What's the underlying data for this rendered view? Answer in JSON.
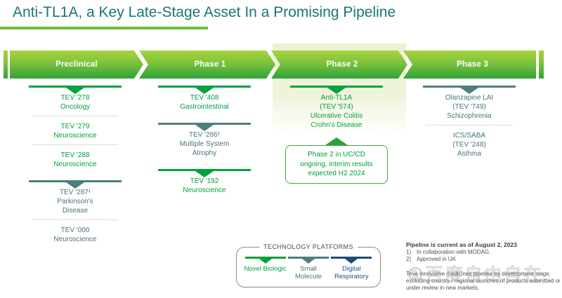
{
  "slide": {
    "title": "Anti-TL1A, a Key Late-Stage Asset In a Promising Pipeline"
  },
  "platforms": {
    "novel-biologic": {
      "label": "Novel Biologic",
      "color": "#00a33e",
      "text_color": "#00a03c"
    },
    "small-molecule": {
      "label": "Small Molecule",
      "color": "#4f7e7f",
      "text_color": "#477577"
    },
    "digital-respiratory": {
      "label": "Digital Respiratory",
      "color": "#1d4f7c",
      "text_color": "#1d5588"
    }
  },
  "stages": [
    {
      "label": "Preclinical",
      "groups": [
        {
          "platform": "novel-biologic",
          "items": [
            {
              "lines": [
                "TEV '278",
                "Oncology"
              ]
            },
            {
              "lines": [
                "TEV '279",
                "Neuroscience"
              ]
            },
            {
              "lines": [
                "TEV '288",
                "Neuroscience"
              ]
            }
          ]
        },
        {
          "platform": "small-molecule",
          "items": [
            {
              "lines": [
                "TEV '287¹",
                "Parkinson's",
                "Disease"
              ]
            },
            {
              "lines": [
                "TEV '000",
                "Neuroscience"
              ]
            }
          ]
        }
      ]
    },
    {
      "label": "Phase 1",
      "groups": [
        {
          "platform": "novel-biologic",
          "items": [
            {
              "lines": [
                "TEV '408",
                "Gastrointestinal"
              ]
            }
          ]
        },
        {
          "platform": "small-molecule",
          "items": [
            {
              "lines": [
                "TEV '286¹",
                "Multiple System",
                "Atrophy"
              ]
            }
          ]
        },
        {
          "platform": "novel-biologic",
          "items": [
            {
              "lines": [
                "TEV '192",
                "Neuroscience"
              ]
            }
          ]
        }
      ]
    },
    {
      "label": "Phase 2",
      "highlighted": true,
      "groups": [
        {
          "platform": "novel-biologic",
          "items": [
            {
              "lines": [
                "Anti-TL1A",
                "(TEV '574)",
                "Ulcerative Colitis",
                "Crohn's Disease"
              ]
            }
          ]
        }
      ],
      "callout": {
        "lines": [
          "Phase 2 in UC/CD",
          "ongoing, interim results",
          "expected H2 2024"
        ]
      }
    },
    {
      "label": "Phase 3",
      "groups": [
        {
          "platform": "small-molecule",
          "items": [
            {
              "lines": [
                "Olanzapine LAI",
                "(TEV '749)",
                "Schizophrenia"
              ]
            },
            {
              "lines": [
                "ICS/SABA",
                "(TEV '248)",
                "Asthma"
              ]
            }
          ]
        }
      ]
    }
  ],
  "legend": {
    "title": "TECHNOLOGY PLATFORMS",
    "items": [
      "novel-biologic",
      "small-molecule",
      "digital-respiratory"
    ]
  },
  "footnotes": {
    "heading": "Pipeline is current as of August 2, 2023",
    "notes": [
      {
        "num": "1)",
        "text": "In collaboration with MODAG."
      },
      {
        "num": "2)",
        "text": "Approved in UK"
      }
    ],
    "disclaimer": "Teva innovative medicines pipeline by development stage, excluding country / regional launches of products submitted or under review in new markets."
  },
  "watermark": "①百度自由自在",
  "colors": {
    "title": "#1a7575",
    "underline": "#6cbf3c",
    "band_top": "#a9d340",
    "band_mid": "#7cc23b",
    "band_bottom": "#2ea33a",
    "highlight": "#eef3da",
    "callout_green": "#00a03c",
    "footnote_text": "#4f4f4f"
  }
}
